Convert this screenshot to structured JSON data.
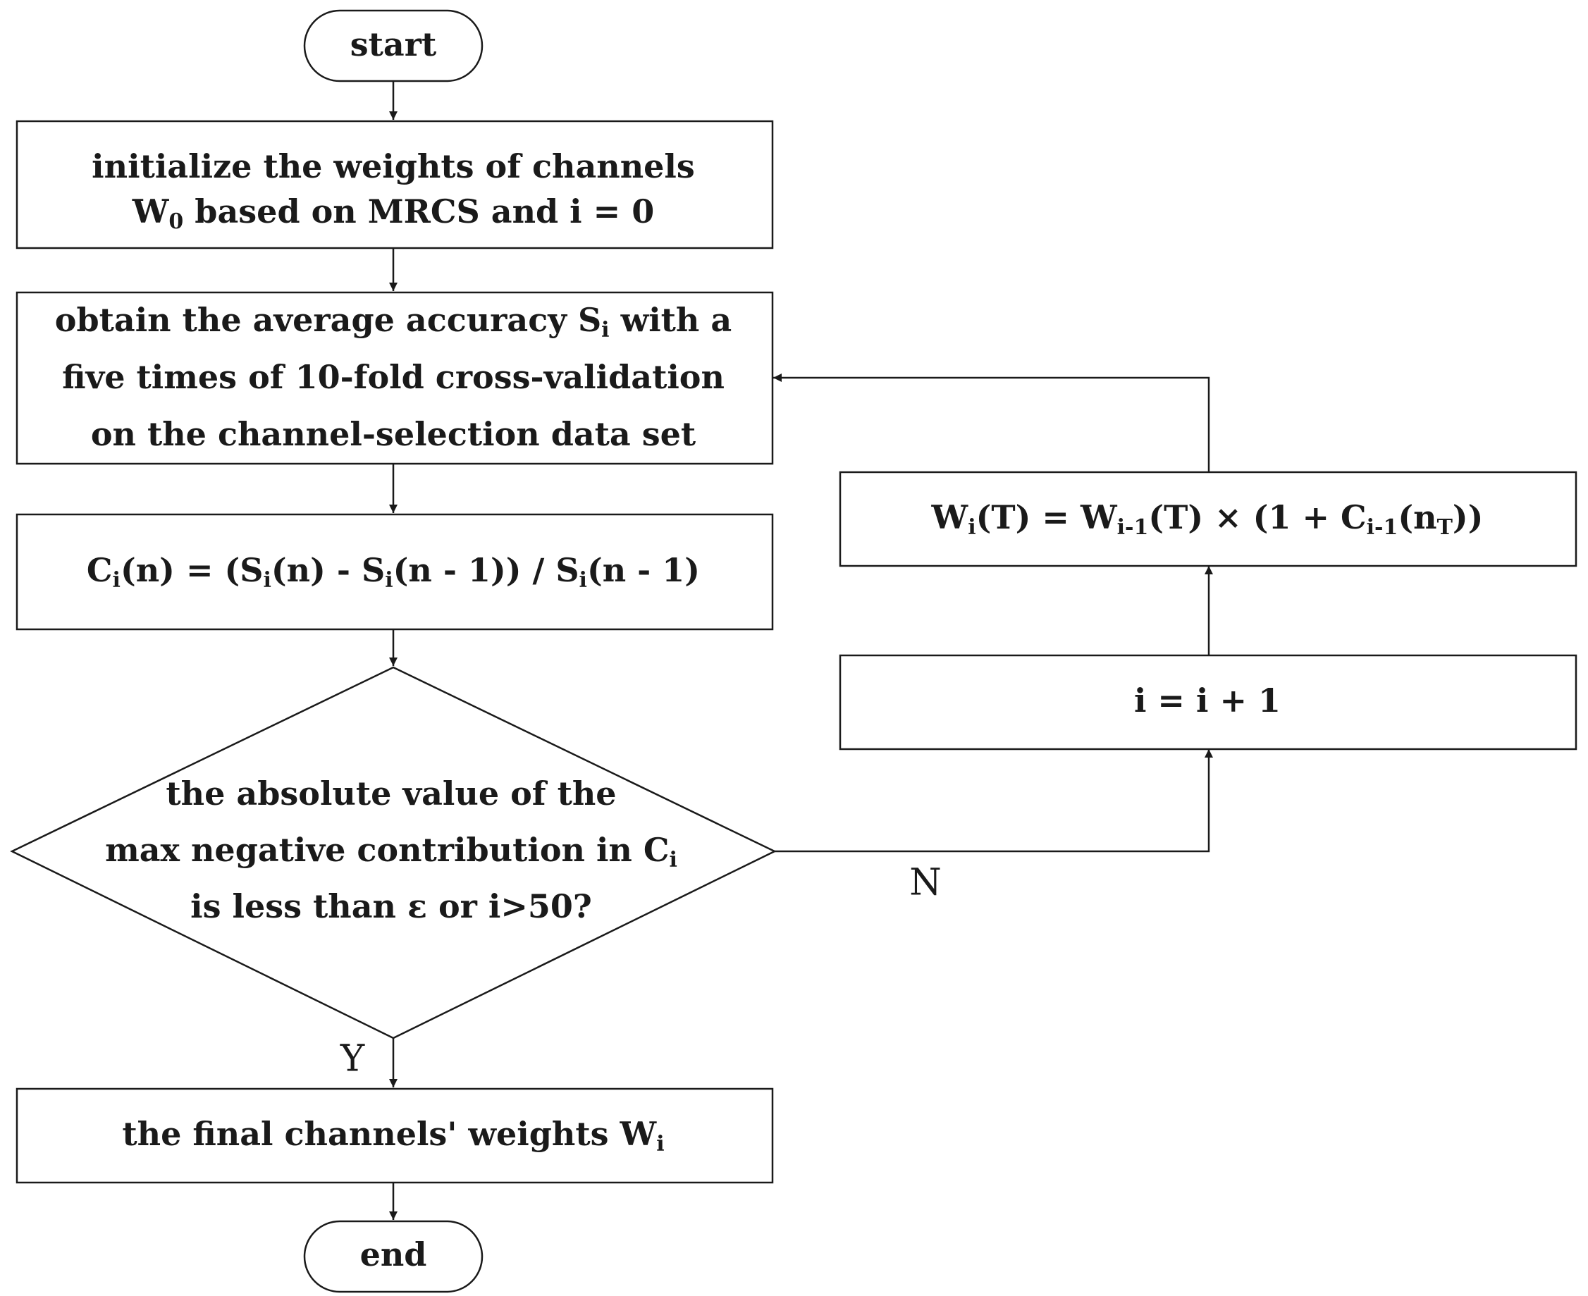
{
  "start": {
    "label": "start"
  },
  "end": {
    "label": "end"
  },
  "init": {
    "line1": "initialize the weights of channels",
    "line2": {
      "w": "W",
      "w_sub": "0",
      "rest": " based on MRCS and i = 0"
    }
  },
  "accuracy": {
    "line1": {
      "pre": "obtain the average accuracy S",
      "sub": "i",
      "post": " with a"
    },
    "line2": "five times of 10-fold cross-validation",
    "line3": "on the channel-selection data set"
  },
  "contribution": {
    "parts": [
      "C",
      "i",
      "(n) = (S",
      "i",
      "(n) - S",
      "i",
      "(n - 1)) / S",
      "i",
      "(n - 1)"
    ]
  },
  "decision": {
    "line1": "the absolute value of the",
    "line2": {
      "pre": "max negative contribution in C",
      "sub": "i"
    },
    "line3": "is less than ε or i>50?"
  },
  "final": {
    "pre": "the final channels' weights W",
    "sub": "i"
  },
  "update": {
    "parts": [
      "W",
      "i",
      "(T) = W",
      "i-1",
      "(T) × (1 + C",
      "i-1",
      "(n",
      "T",
      "))"
    ]
  },
  "increment": {
    "label": "i = i + 1"
  },
  "branches": {
    "yes": "Y",
    "no": "N"
  }
}
